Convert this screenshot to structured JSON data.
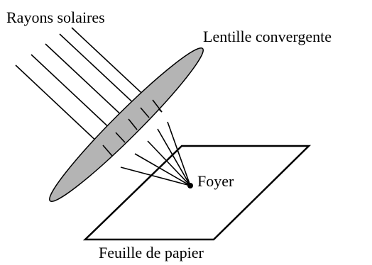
{
  "labels": {
    "sun_rays": "Rayons solaires",
    "lens": "Lentille convergente",
    "focus": "Foyer",
    "paper": "Feuille de papier"
  },
  "colors": {
    "lens_fill": "#b4b4b4",
    "stroke": "#000000",
    "background": "#ffffff"
  }
}
